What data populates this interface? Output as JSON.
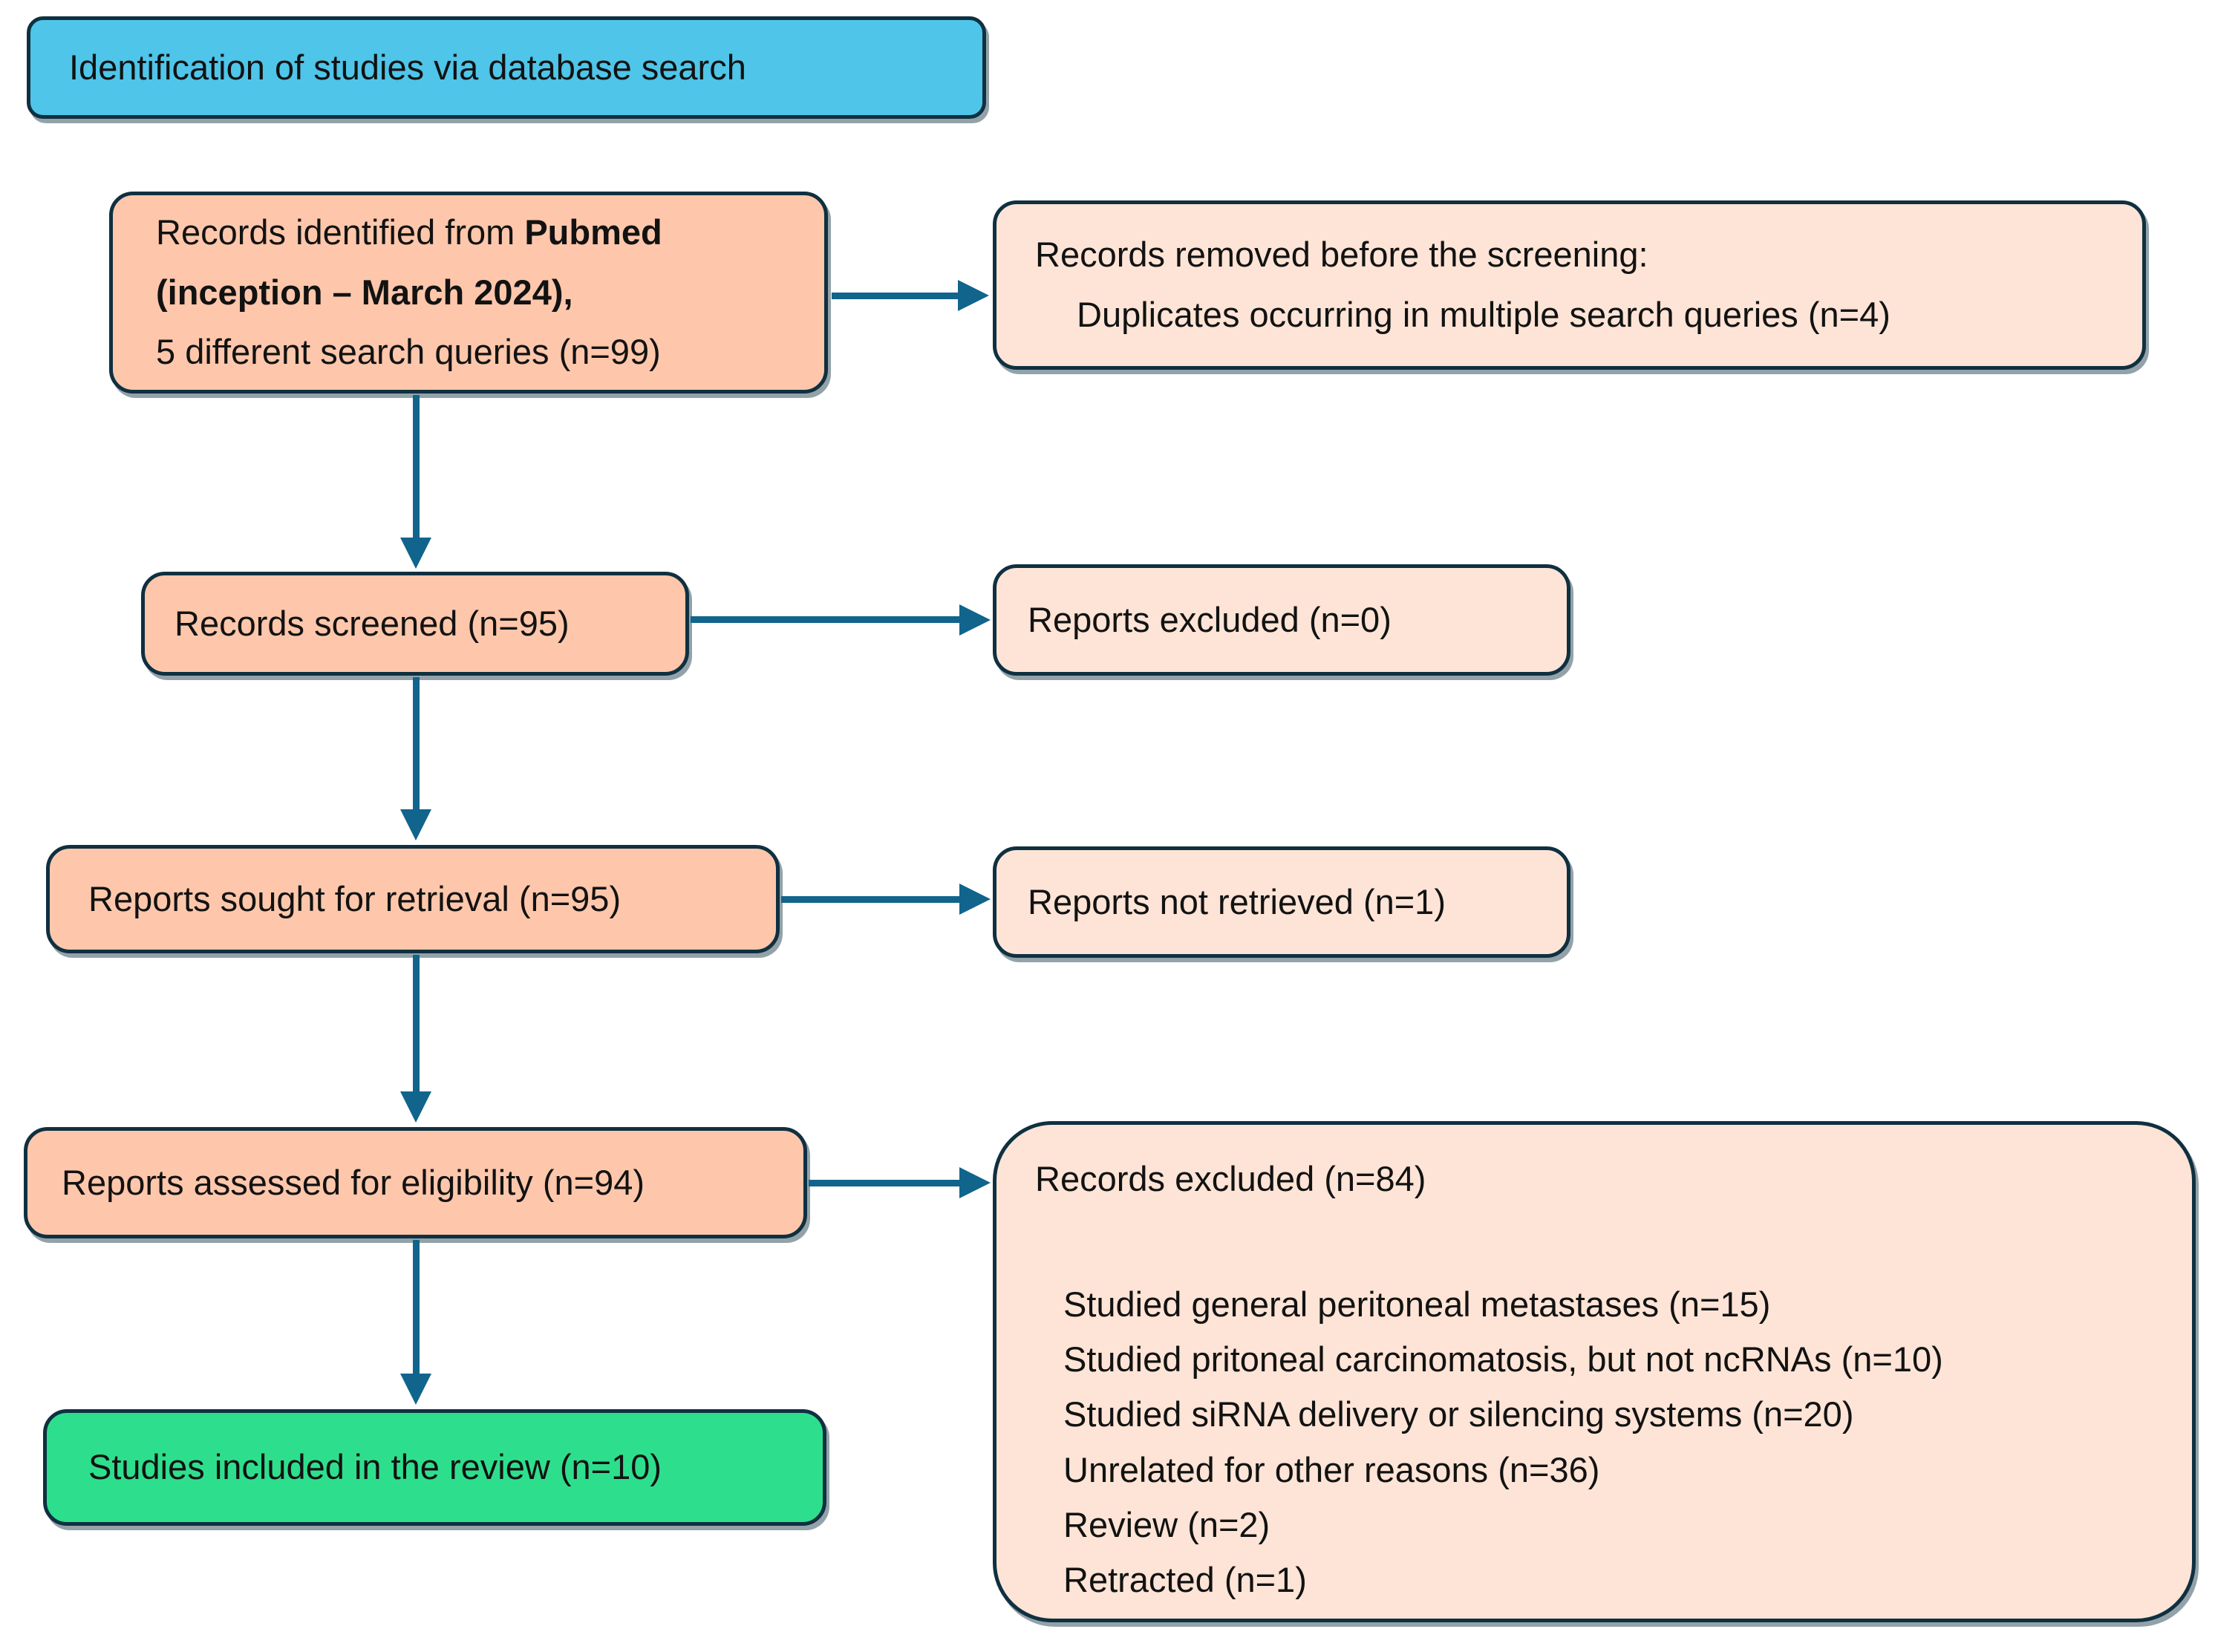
{
  "diagram": {
    "banner": {
      "label": "Identification of studies via database search"
    },
    "colors": {
      "banner_fill": "#4ec5e9",
      "primary_fill": "#fec7ab",
      "secondary_fill": "#fde4d6",
      "included_fill": "#2ddf8d",
      "border": "#0f3040",
      "arrow": "#11648c"
    },
    "boxes": {
      "identified": {
        "text_prefix": "Records identified from ",
        "text_bold_1": "Pubmed",
        "text_bold_2": "(inception – March 2024),",
        "text_line_3": "5 different search queries (n=99)"
      },
      "removed": {
        "line_1": "Records removed before the screening:",
        "line_2": "Duplicates occurring in multiple search queries (n=4)"
      },
      "screened": {
        "label": "Records screened (n=95)"
      },
      "excluded_screening": {
        "label": "Reports excluded (n=0)"
      },
      "sought": {
        "label": "Reports sought for retrieval (n=95)"
      },
      "not_retrieved": {
        "label": "Reports not retrieved (n=1)"
      },
      "assessed": {
        "label": "Reports assessed for eligibility (n=94)"
      },
      "excluded_eligibility": {
        "heading": "Records excluded (n=84)",
        "items": [
          "Studied general peritoneal metastases (n=15)",
          "Studied pritoneal carcinomatosis, but not ncRNAs (n=10)",
          "Studied siRNA delivery or silencing systems (n=20)",
          "Unrelated for other reasons (n=36)",
          "Review (n=2)",
          "Retracted (n=1)"
        ]
      },
      "included": {
        "label": "Studies included in the review (n=10)"
      }
    }
  }
}
